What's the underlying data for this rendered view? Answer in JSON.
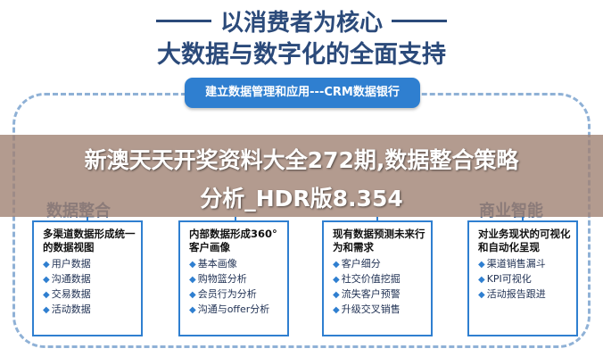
{
  "header": {
    "title_line1": "以消费者为核心",
    "title_line2": "大数据与数字化的全面支持",
    "pill": "建立数据管理和应用---CRM数据银行"
  },
  "banner": {
    "line1": "新澳天天开奖资料大全272期,数据整合策略",
    "line2": "分析_HDR版8.354"
  },
  "columns": [
    {
      "heading": "数据整合",
      "title": "多渠道数据形成统一的数据视图",
      "items": [
        "用户数据",
        "沟通数据",
        "交易数据",
        "活动数据"
      ]
    },
    {
      "heading": "",
      "title": "内部数据形成360°客户画像",
      "items": [
        "基本画像",
        "购物篮分析",
        "会员行为分析",
        "沟通与offer分析"
      ]
    },
    {
      "heading": "",
      "title": "现有数据预测未来行为和需求",
      "items": [
        "客户细分",
        "社交价值挖掘",
        "流失客户预警",
        "升级交叉销售"
      ]
    },
    {
      "heading": "商业智能",
      "title": "对业务现状的可视化和自动化呈现",
      "items": [
        "渠道销售漏斗",
        "KPI可视化",
        "活动报告跟进"
      ]
    }
  ],
  "colors": {
    "accent": "#2f7fd0",
    "title": "#2b4a7a",
    "frame": "#8fb1d6"
  }
}
